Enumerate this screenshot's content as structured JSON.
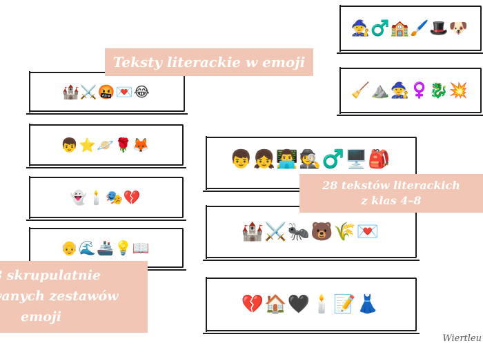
{
  "banners": {
    "main_title": "Teksty literackie w emoji",
    "count_line1": "28 tekstów literackich",
    "count_line2": "z klas 4–8",
    "sets_line1": "8 skrupulatnie",
    "sets_line2": "wanych zestawów",
    "sets_line3": "emoji"
  },
  "cards": [
    {
      "emojis": "🏰⚔️🤬💌😂"
    },
    {
      "emojis": "👦⭐🪐🌹🦊"
    },
    {
      "emojis": "👻🕯️🎭💔"
    },
    {
      "emojis": "👴🌊🚢💡📖"
    },
    {
      "emojis": "🧙♂️🏫🖌️🎩🐶"
    },
    {
      "emojis": "🧹⛰️🧙♀️🐉💥"
    },
    {
      "emojis": "👦👧👨‍💻🕵️♂️🖥️🎒"
    },
    {
      "emojis": "🏰⚔️🐜🐻🌾💌"
    },
    {
      "emojis": "💔🏠🖤🕯️📝👗"
    }
  ],
  "signature": "Wiertleu"
}
